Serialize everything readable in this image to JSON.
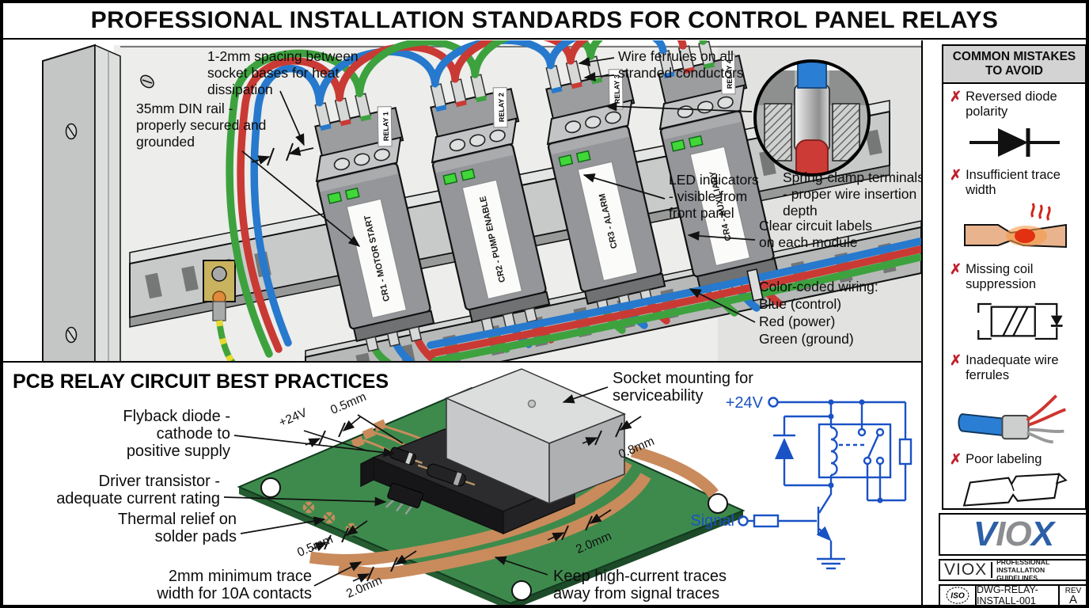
{
  "title": "PROFESSIONAL INSTALLATION STANDARDS FOR CONTROL PANEL RELAYS",
  "main": {
    "annotations": {
      "spacing": [
        "1-2mm spacing between",
        "socket bases for heat",
        "dissipation"
      ],
      "din_rail": [
        "35mm DIN rail -",
        "properly secured and",
        "grounded"
      ],
      "wire_ferrules": [
        "Wire ferrules on all",
        "stranded conductors"
      ],
      "led": [
        "LED indicators",
        "- visible from",
        "front panel"
      ],
      "spring_clamp": [
        "Spring-clamp terminals",
        "- proper wire insertion",
        "depth"
      ],
      "circuit_labels": [
        "Clear circuit labels",
        "on each module"
      ],
      "wiring": [
        "Color-coded wiring:",
        "Blue (control)",
        "Red (power)",
        "Green (ground)"
      ]
    },
    "relays": [
      {
        "top": "RELAY 1",
        "front": "CR1 - MOTOR START"
      },
      {
        "top": "RELAY 2",
        "front": "CR2 - PUMP ENABLE"
      },
      {
        "top": "RELAY 3",
        "front": "CR3 - ALARM"
      },
      {
        "top": "RELAY 4",
        "front": "CR4 - AUXILIARY"
      }
    ],
    "wire_colors": {
      "control_blue": "#2679cd",
      "power_red": "#c93a34",
      "ground_green": "#3da23e"
    }
  },
  "pcb": {
    "section_title": "PCB RELAY CIRCUIT BEST PRACTICES",
    "annotations": {
      "flyback": [
        "Flyback diode -",
        "cathode to",
        "positive supply"
      ],
      "transistor": [
        "Driver transistor -",
        "adequate current rating"
      ],
      "thermal": [
        "Thermal relief on",
        "solder pads"
      ],
      "trace_width": [
        "2mm minimum trace",
        "width for 10A contacts"
      ],
      "socket": [
        "Socket mounting for",
        "serviceability"
      ],
      "separation": [
        "Keep high-current traces",
        "away from signal traces"
      ]
    },
    "dimensions": {
      "v24": "+24V",
      "d05a": "0.5mm",
      "d08": "0.8mm",
      "d20a": "2.0mm",
      "d05b": "0.5mm",
      "d20b": "2.0mm"
    },
    "schematic": {
      "supply": "+24V",
      "signal": "Signal",
      "line_color": "#1a52c5"
    },
    "board_color": "#3e8a4d",
    "copper_color": "#c98b5c"
  },
  "sidebar": {
    "header": [
      "COMMON MISTAKES",
      "TO AVOID"
    ],
    "x_color": "#c0202c",
    "items": [
      {
        "lines": [
          "Reversed diode",
          "polarity"
        ],
        "icon": "reversed-diode-icon"
      },
      {
        "lines": [
          "Insufficient trace",
          "width"
        ],
        "icon": "narrow-trace-icon"
      },
      {
        "lines": [
          "Missing coil",
          "suppression"
        ],
        "icon": "coil-no-suppression-icon"
      },
      {
        "lines": [
          "Inadequate wire",
          "ferrules"
        ],
        "icon": "frayed-wire-icon"
      },
      {
        "lines": [
          "Poor labeling"
        ],
        "icon": "torn-label-icon"
      }
    ]
  },
  "titleblock": {
    "logo_letters": [
      "V",
      "I",
      "O",
      "X"
    ],
    "brand_blue": "#2d5fa6",
    "brand_gray": "#8b8d90",
    "brand": "VIOX",
    "subtitle": [
      "PROFESSIONAL",
      "INSTALLATION GUIDELINES"
    ],
    "iso": "ISO",
    "dwg": "DWG-RELAY-INSTALL-001",
    "rev_label": "REV",
    "rev": "A"
  }
}
